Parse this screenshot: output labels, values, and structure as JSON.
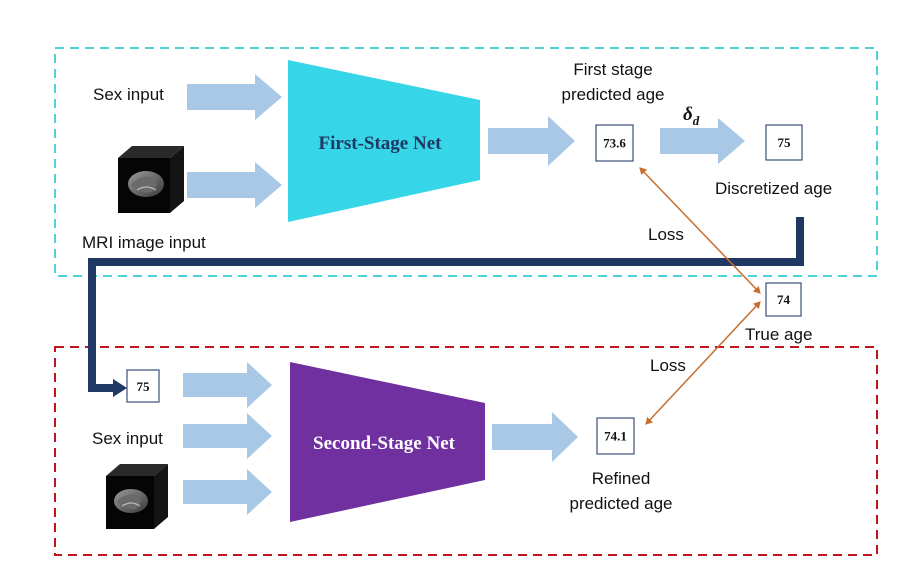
{
  "first_stage": {
    "sex_input_label": "Sex input",
    "mri_input_label": "MRI image input",
    "net_label": "First-Stage Net",
    "predicted_age_title_line1": "First stage",
    "predicted_age_title_line2": "predicted age",
    "predicted_age_value": "73.6",
    "delta_symbol": "δ",
    "delta_subscript": "d",
    "discretized_age_value": "75",
    "discretized_age_label": "Discretized age"
  },
  "second_stage": {
    "input_age_value": "75",
    "sex_input_label": "Sex input",
    "net_label": "Second-Stage Net",
    "refined_age_value": "74.1",
    "refined_label_line1": "Refined",
    "refined_label_line2": "predicted age"
  },
  "true_age": {
    "value": "74",
    "label": "True age"
  },
  "loss_labels": {
    "upper": "Loss",
    "lower": "Loss"
  },
  "colors": {
    "first_stage_border": "#4fd2dc",
    "second_stage_border": "#c0141e",
    "first_net_fill": "#37d5e8",
    "second_net_fill": "#7030a0",
    "flow_arrow": "#a9c8e6",
    "feedback_line": "#1f3864",
    "loss_line": "#c86e2a"
  }
}
